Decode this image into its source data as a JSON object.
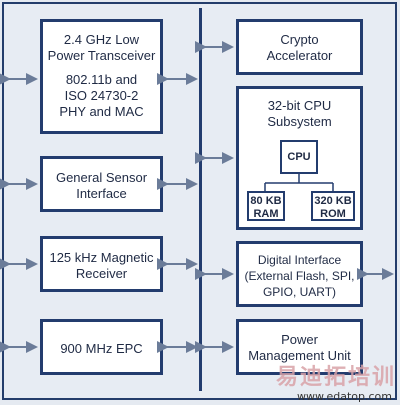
{
  "blocks": {
    "transceiver": {
      "lines": [
        "2.4 GHz Low",
        "Power Transceiver",
        "",
        "802.11b and",
        "ISO 24730-2",
        "PHY and MAC"
      ]
    },
    "sensor": {
      "lines": [
        "General Sensor",
        "Interface"
      ]
    },
    "magnetic": {
      "lines": [
        "125 kHz Magnetic",
        "Receiver"
      ]
    },
    "epc": {
      "lines": [
        "900 MHz EPC"
      ]
    },
    "crypto": {
      "lines": [
        "Crypto",
        "Accelerator"
      ]
    },
    "cpu_subsystem": {
      "lines": [
        "32-bit CPU",
        "Subsystem"
      ],
      "cpu": "CPU",
      "ram": [
        "80 KB",
        "RAM"
      ],
      "rom": [
        "320 KB",
        "ROM"
      ]
    },
    "digital": {
      "lines": [
        "Digital Interface",
        "(External Flash, SPI,",
        "GPIO, UART)"
      ]
    },
    "power": {
      "lines": [
        "Power",
        "Management Unit"
      ]
    }
  },
  "watermark": {
    "text": "易迪拓培训",
    "url": "www.edatop.com"
  },
  "colors": {
    "border": "#233c6e",
    "background": "#e5eaf1",
    "arrow": "#6b7c99"
  }
}
